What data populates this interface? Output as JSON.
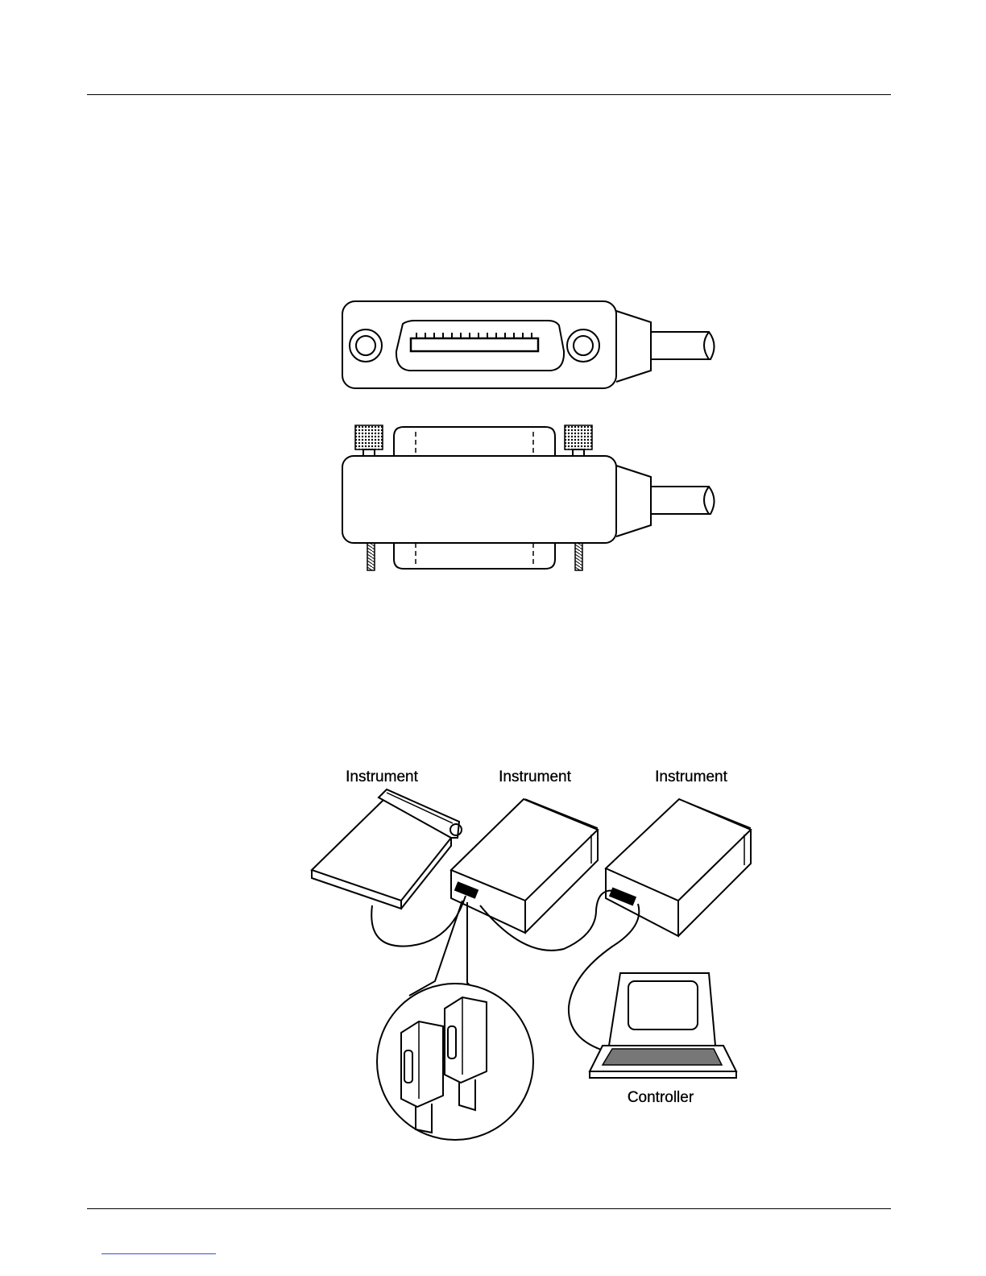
{
  "diagram": {
    "labels": {
      "instrument_left": "Instrument",
      "instrument_middle": "Instrument",
      "instrument_right": "Instrument",
      "controller": "Controller"
    }
  }
}
